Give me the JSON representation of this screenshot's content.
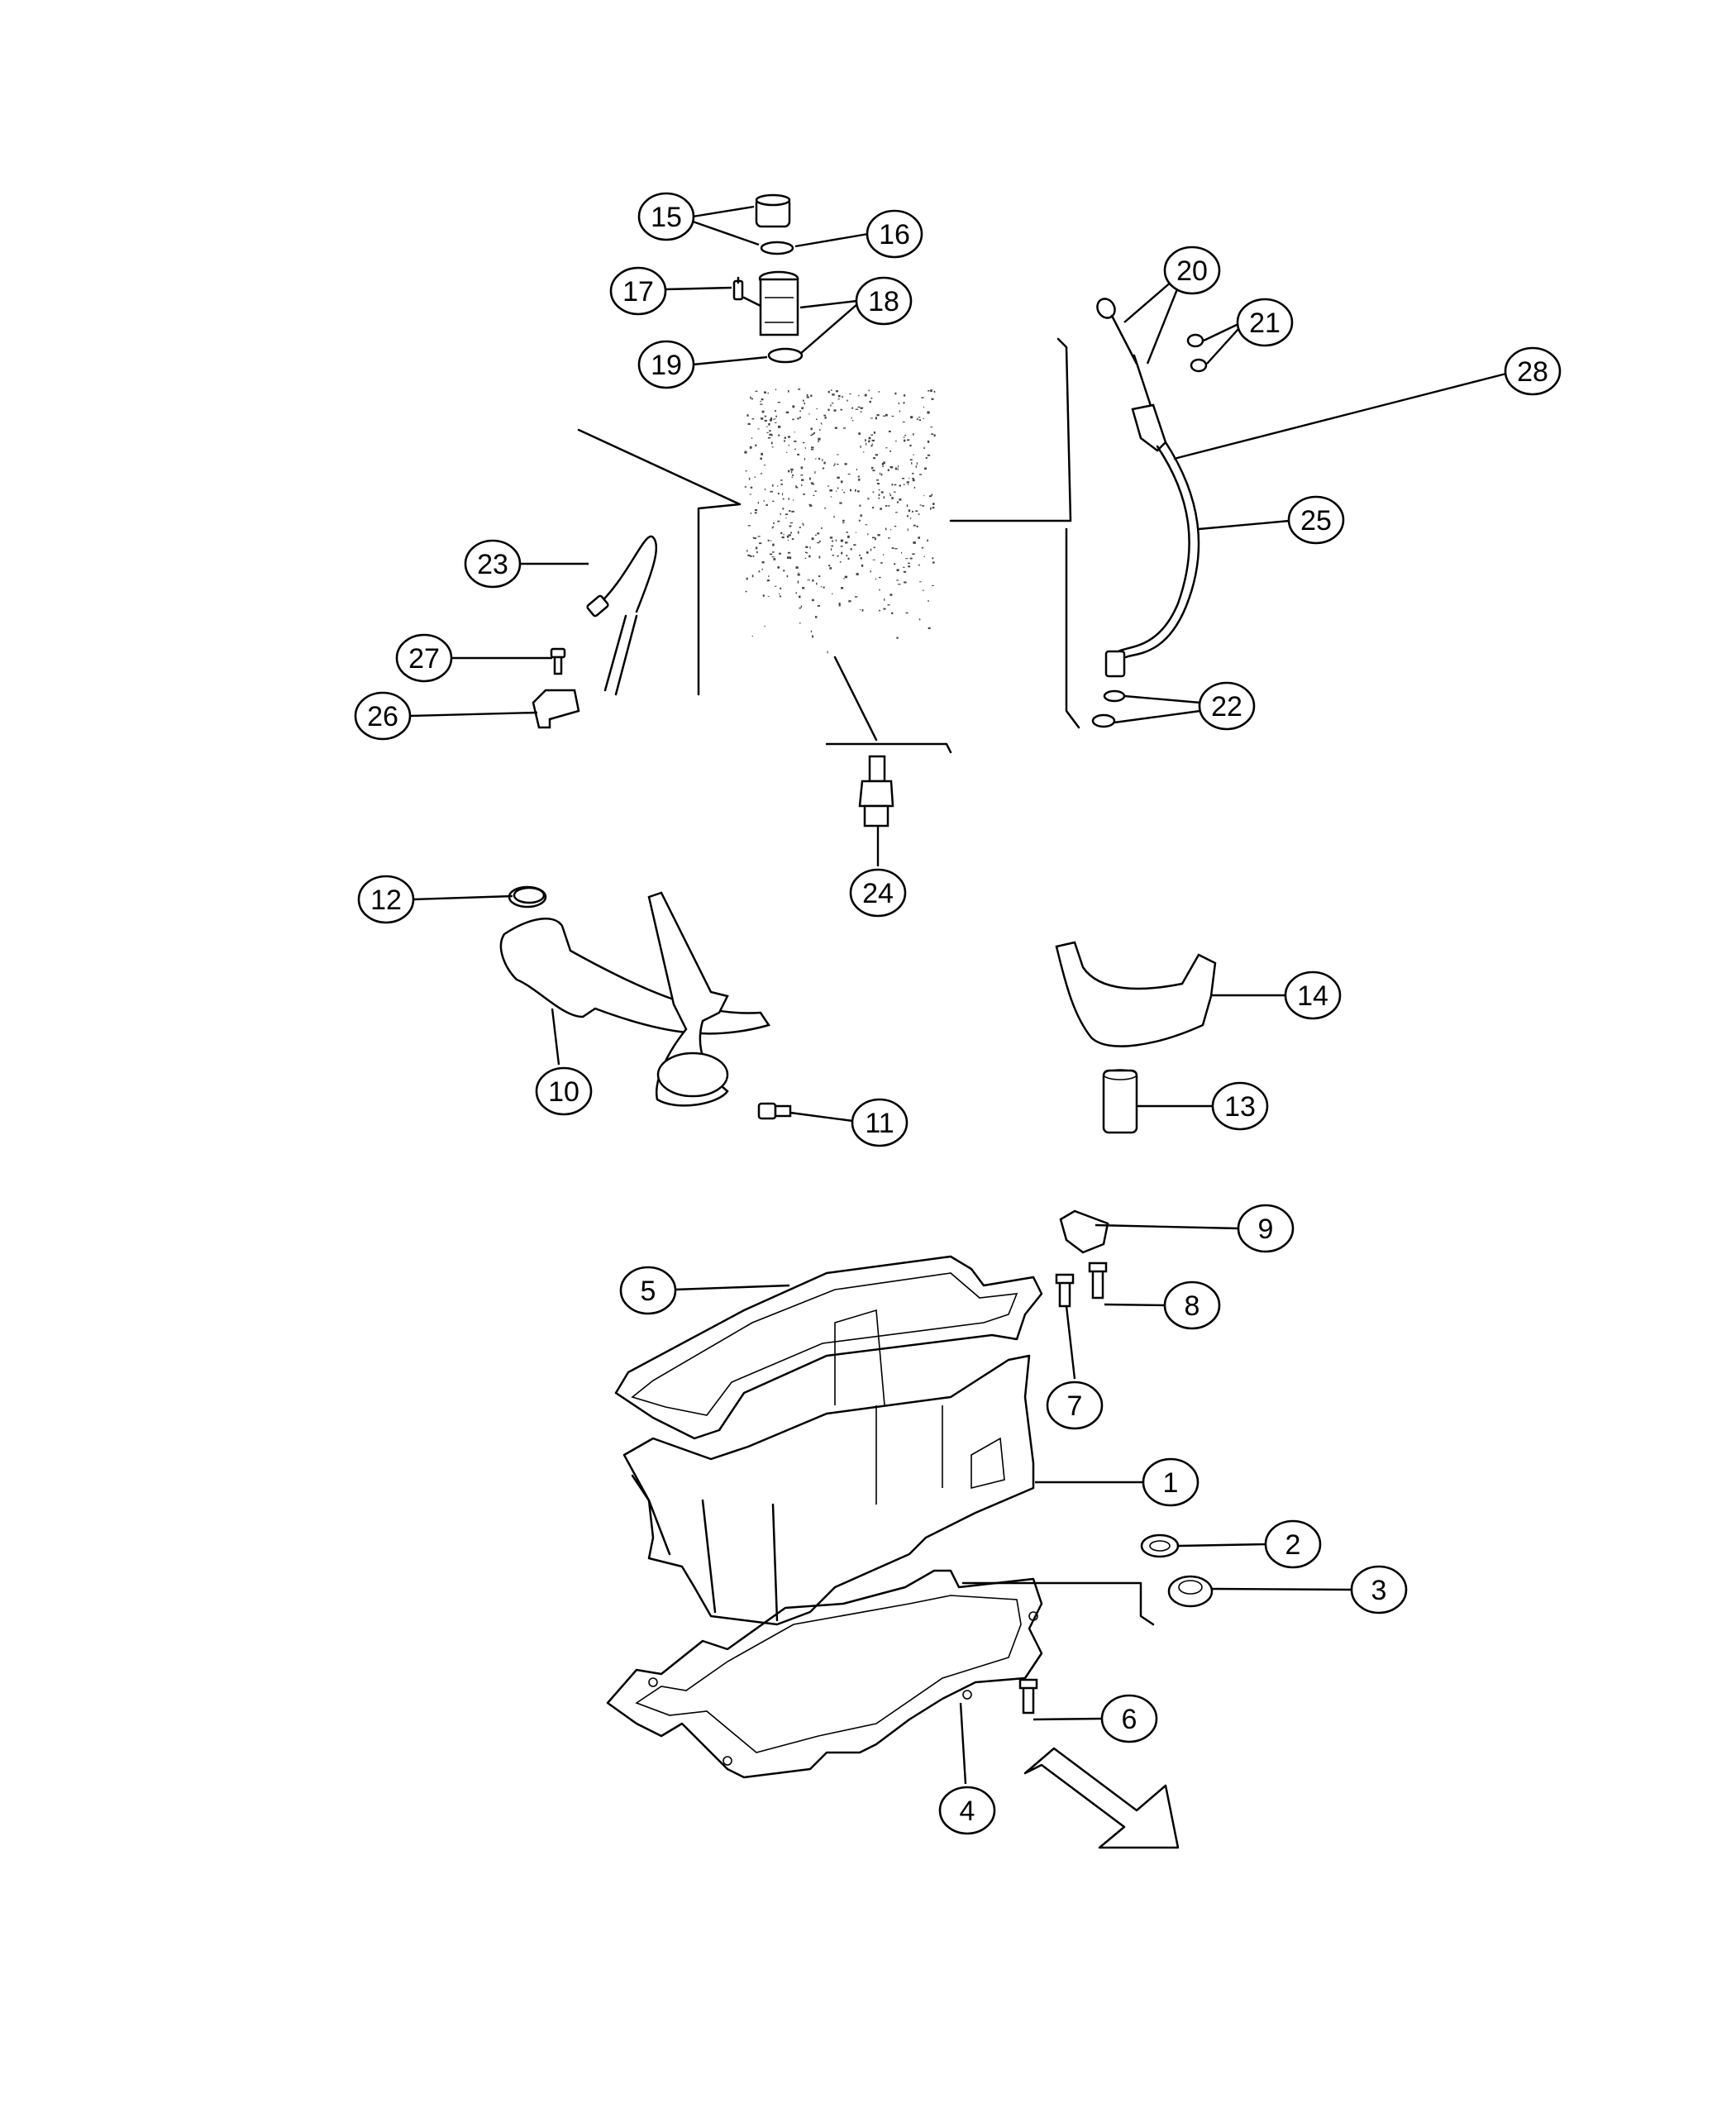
{
  "callouts": [
    {
      "id": "15",
      "label": "15"
    },
    {
      "id": "16",
      "label": "16"
    },
    {
      "id": "17",
      "label": "17"
    },
    {
      "id": "18",
      "label": "18"
    },
    {
      "id": "19",
      "label": "19"
    },
    {
      "id": "20",
      "label": "20"
    },
    {
      "id": "21",
      "label": "21"
    },
    {
      "id": "28",
      "label": "28"
    },
    {
      "id": "25",
      "label": "25"
    },
    {
      "id": "23",
      "label": "23"
    },
    {
      "id": "27",
      "label": "27"
    },
    {
      "id": "26",
      "label": "26"
    },
    {
      "id": "22",
      "label": "22"
    },
    {
      "id": "24",
      "label": "24"
    },
    {
      "id": "12",
      "label": "12"
    },
    {
      "id": "10",
      "label": "10"
    },
    {
      "id": "11",
      "label": "11"
    },
    {
      "id": "14",
      "label": "14"
    },
    {
      "id": "13",
      "label": "13"
    },
    {
      "id": "9",
      "label": "9"
    },
    {
      "id": "5",
      "label": "5"
    },
    {
      "id": "8",
      "label": "8"
    },
    {
      "id": "7",
      "label": "7"
    },
    {
      "id": "1",
      "label": "1"
    },
    {
      "id": "2",
      "label": "2"
    },
    {
      "id": "3",
      "label": "3"
    },
    {
      "id": "6",
      "label": "6"
    },
    {
      "id": "4",
      "label": "4"
    }
  ]
}
